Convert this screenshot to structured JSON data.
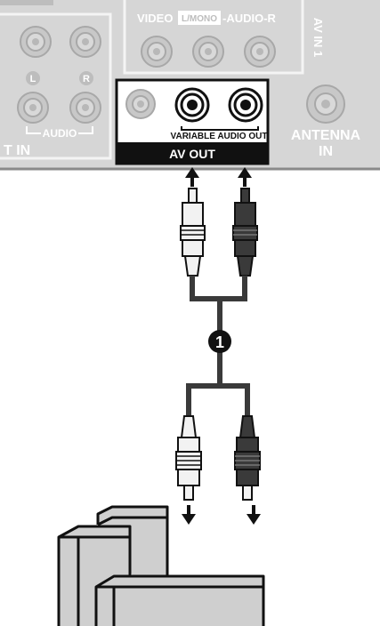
{
  "panel": {
    "video_label": "VIDEO",
    "l_mono_label": "L/MONO",
    "audio_r_label": "-AUDIO-R",
    "av_in_label": "AV IN 1",
    "left_label": "L",
    "right_label": "R",
    "audio_label": "AUDIO",
    "input_label": "T IN",
    "variable_audio_out_label": "VARIABLE AUDIO OUT",
    "av_out_label": "AV OUT",
    "antenna_label_line1": "ANTENNA",
    "antenna_label_line2": "IN"
  },
  "cable": {
    "step_number": "1"
  },
  "colors": {
    "panel": "#d6d6d6",
    "panel_shadow": "#bcbcbc",
    "jack_ring": "#c8c8c8",
    "jack_outline": "#a8a8a8",
    "label_text": "#ffffff",
    "dark": "#1a1a1a",
    "plug_white": "#f2f2f2",
    "plug_dark": "#3a3a3a",
    "device": "#cfcfcf"
  }
}
